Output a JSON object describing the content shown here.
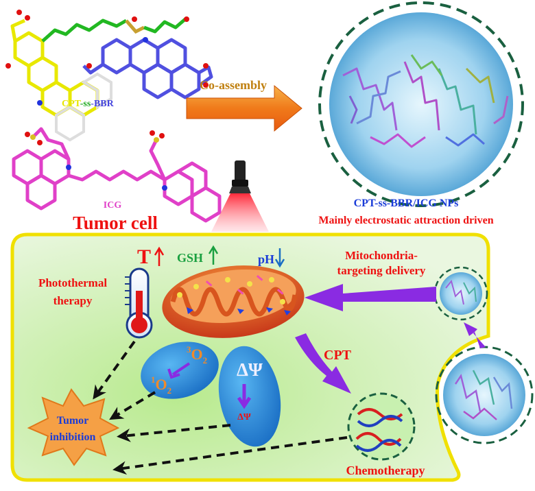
{
  "molecules": {
    "conjugate": {
      "part1": "CPT",
      "sep1": "-",
      "part2": "ss",
      "sep2": "-",
      "part3": "BBR"
    },
    "dye": "ICG"
  },
  "process": {
    "coassembly": "Co-assembly",
    "nanoparticle": "CPT-ss-BBR/ICG NPs",
    "driving_force": "Mainly electrostatic attraction driven"
  },
  "cell": {
    "title": "Tumor cell",
    "temperature": "T",
    "gsh": "GSH",
    "ph": "pH",
    "mito_line1": "Mitochondria-",
    "mito_line2": "targeting delivery",
    "photo_line1": "Photothermal",
    "photo_line2": "therapy",
    "o2_sup1": "1",
    "o2_sub1": "2",
    "o2_sup3": "3",
    "o2_sub3": "2",
    "o2_letter": "O",
    "dpsi": "ΔΨ",
    "dpsi_small": "ΔΨ",
    "cpt": "CPT",
    "inhibition_line1": "Tumor",
    "inhibition_line2": "inhibition",
    "chemo": "Chemotherapy"
  },
  "colors": {
    "cpt": "#e6e600",
    "ss": "#22aa22",
    "bbr": "#4444dd",
    "icg": "#e040c8",
    "red": "#ee1111",
    "cell_border": "#f0e000",
    "cell_fill": "#d4f0c0",
    "purple": "#8a2be2",
    "blue_text": "#1a3cd8",
    "green_text": "#1aa040"
  }
}
